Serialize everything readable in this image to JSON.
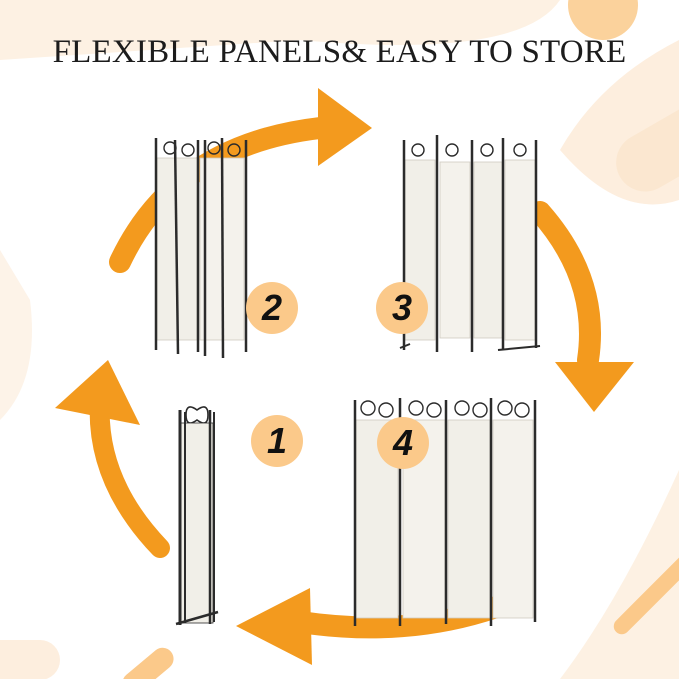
{
  "headline": "FLEXIBLE PANELS& EASY TO STORE",
  "steps": [
    {
      "number": "1",
      "label": "folded single panel"
    },
    {
      "number": "2",
      "label": "partially unfolded"
    },
    {
      "number": "3",
      "label": "zigzag standing"
    },
    {
      "number": "4",
      "label": "fully unfolded"
    }
  ],
  "colors": {
    "accent_orange": "#f39a1e",
    "badge_fill": "#fbc98a",
    "soft_peach": "#fde9d2",
    "fabric": "#f1efe8",
    "frame": "#2b2b2b",
    "title_text": "#1c1c1c"
  },
  "icons": [
    "arrow-up-icon",
    "arrow-right-icon",
    "arrow-down-icon",
    "arrow-left-icon"
  ]
}
